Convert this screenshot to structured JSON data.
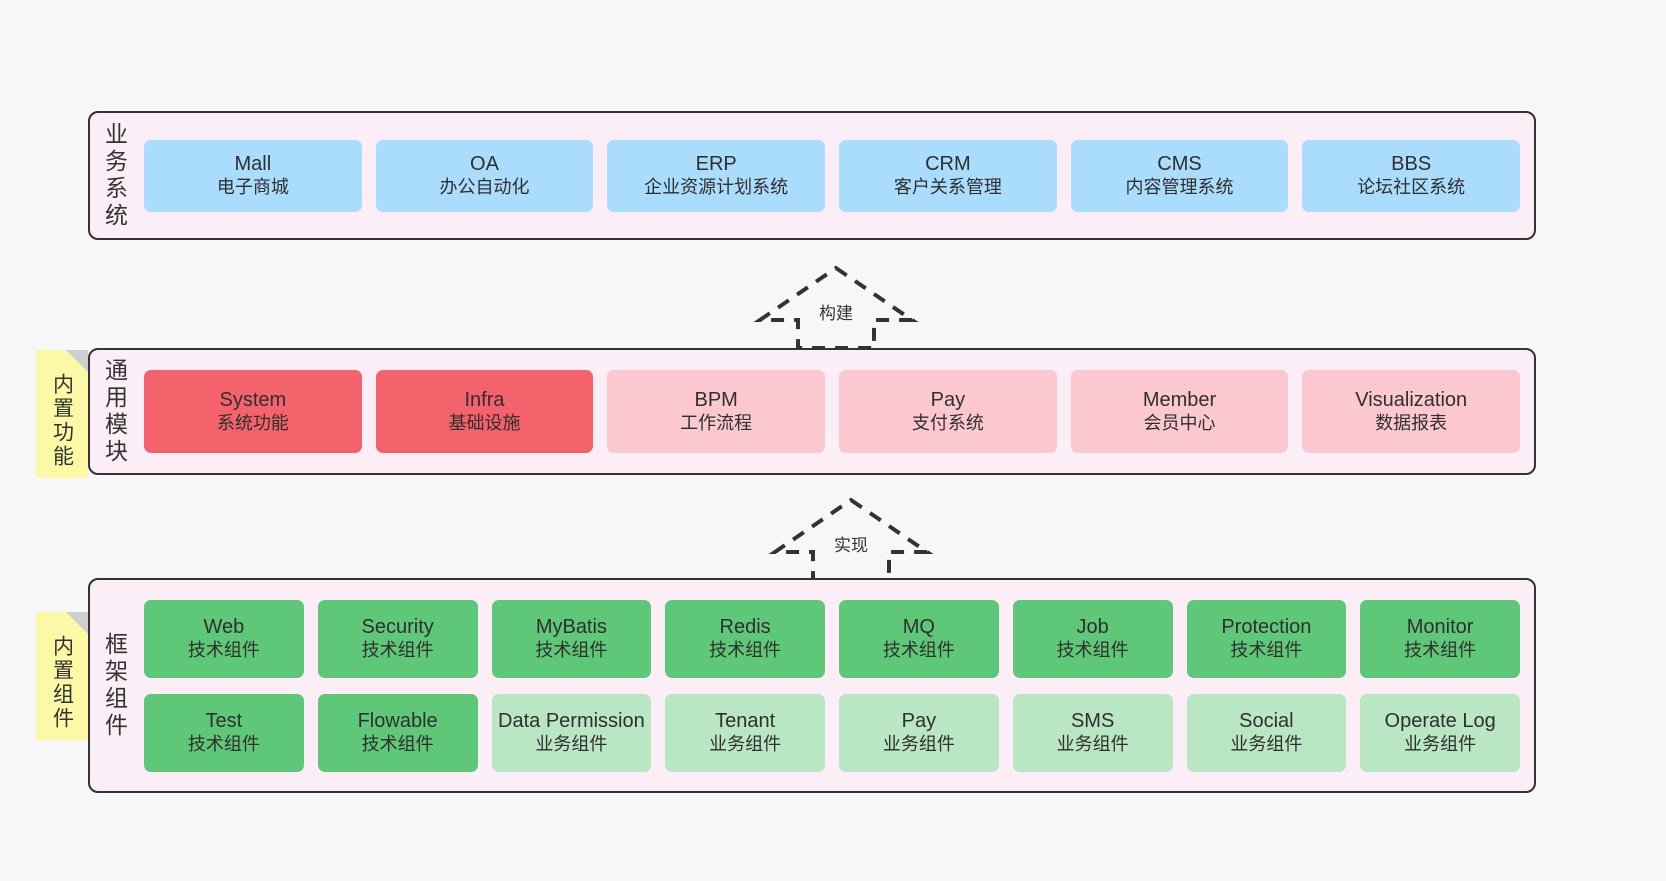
{
  "layers": {
    "business": {
      "title": "业务系统",
      "cards": [
        {
          "en": "Mall",
          "cn": "电子商城",
          "style": "blue"
        },
        {
          "en": "OA",
          "cn": "办公自动化",
          "style": "blue"
        },
        {
          "en": "ERP",
          "cn": "企业资源计划系统",
          "style": "blue"
        },
        {
          "en": "CRM",
          "cn": "客户关系管理",
          "style": "blue"
        },
        {
          "en": "CMS",
          "cn": "内容管理系统",
          "style": "blue"
        },
        {
          "en": "BBS",
          "cn": "论坛社区系统",
          "style": "blue"
        }
      ]
    },
    "common": {
      "title": "通用模块",
      "note": "内置功能",
      "cards": [
        {
          "en": "System",
          "cn": "系统功能",
          "style": "red"
        },
        {
          "en": "Infra",
          "cn": "基础设施",
          "style": "red"
        },
        {
          "en": "BPM",
          "cn": "工作流程",
          "style": "pink"
        },
        {
          "en": "Pay",
          "cn": "支付系统",
          "style": "pink"
        },
        {
          "en": "Member",
          "cn": "会员中心",
          "style": "pink"
        },
        {
          "en": "Visualization",
          "cn": "数据报表",
          "style": "pink"
        }
      ]
    },
    "framework": {
      "title": "框架组件",
      "note": "内置组件",
      "row1": [
        {
          "en": "Web",
          "cn": "技术组件",
          "style": "green"
        },
        {
          "en": "Security",
          "cn": "技术组件",
          "style": "green"
        },
        {
          "en": "MyBatis",
          "cn": "技术组件",
          "style": "green"
        },
        {
          "en": "Redis",
          "cn": "技术组件",
          "style": "green"
        },
        {
          "en": "MQ",
          "cn": "技术组件",
          "style": "green"
        },
        {
          "en": "Job",
          "cn": "技术组件",
          "style": "green"
        },
        {
          "en": "Protection",
          "cn": "技术组件",
          "style": "green"
        },
        {
          "en": "Monitor",
          "cn": "技术组件",
          "style": "green"
        }
      ],
      "row2": [
        {
          "en": "Test",
          "cn": "技术组件",
          "style": "green"
        },
        {
          "en": "Flowable",
          "cn": "技术组件",
          "style": "green"
        },
        {
          "en": "Data Permission",
          "cn": "业务组件",
          "style": "green-light"
        },
        {
          "en": "Tenant",
          "cn": "业务组件",
          "style": "green-light"
        },
        {
          "en": "Pay",
          "cn": "业务组件",
          "style": "green-light"
        },
        {
          "en": "SMS",
          "cn": "业务组件",
          "style": "green-light"
        },
        {
          "en": "Social",
          "cn": "业务组件",
          "style": "green-light"
        },
        {
          "en": "Operate Log",
          "cn": "业务组件",
          "style": "green-light"
        }
      ]
    }
  },
  "arrows": [
    {
      "label": "构建",
      "name": "arrow-build"
    },
    {
      "label": "实现",
      "name": "arrow-implement"
    }
  ],
  "colors": {
    "panel_bg": "#fbeef6",
    "panel_border": "#333333",
    "blue": "#aadcfb",
    "red": "#f4636b",
    "pink": "#fbc8cf",
    "green": "#5fc878",
    "green_light": "#b9e6c3",
    "note_yellow": "#fbf8a6",
    "canvas_bg": "#f7f7f7"
  }
}
